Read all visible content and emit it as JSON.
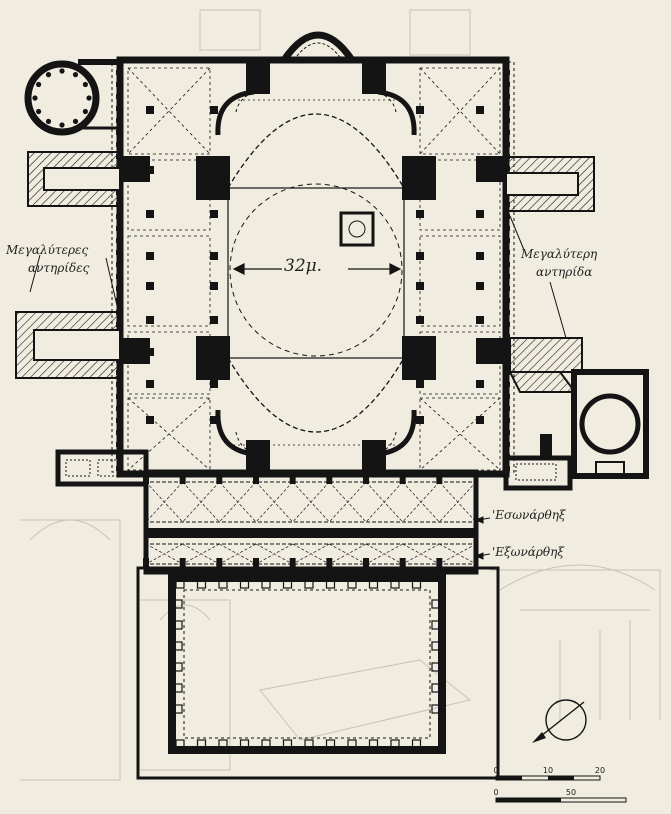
{
  "annotations": {
    "dome_span": "32μ.",
    "buttresses_left_line1": "Μεγαλύτερες",
    "buttresses_left_line2": "αντηρίδες",
    "buttresses_right_line1": "Μεγαλύτερη",
    "buttresses_right_line2": "αντηρίδα",
    "inner_narthex": "'Εσωνάρθηξ",
    "outer_narthex": "'Εξωνάρθηξ"
  },
  "scale_bars": {
    "upper": {
      "ticks": [
        "0",
        "10",
        "20"
      ]
    },
    "lower": {
      "ticks": [
        "0",
        "50"
      ]
    }
  },
  "colors": {
    "paper": "#f1ece0",
    "ink": "#141414",
    "faded_background": "#c9c2b3"
  },
  "icons": {
    "north_arrow": "north-arrow-icon"
  }
}
